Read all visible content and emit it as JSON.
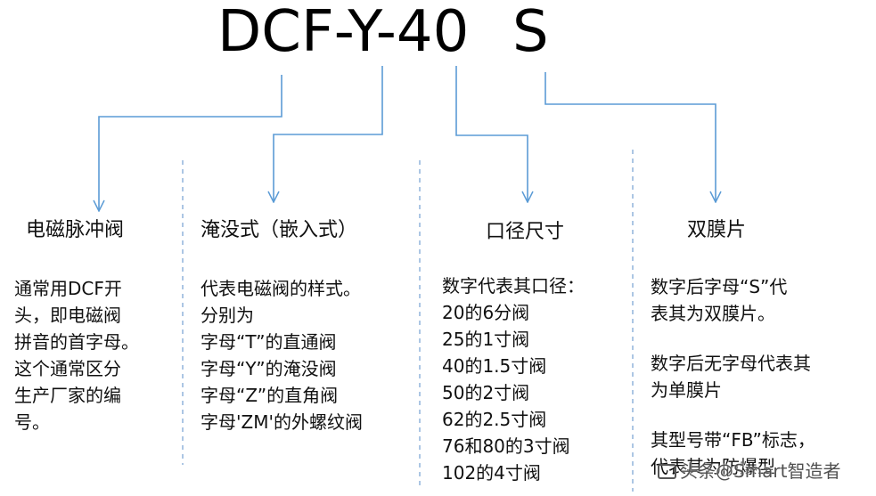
{
  "model": {
    "valve_type_part": "DCF-Y-40",
    "diaphragm_part": "S"
  },
  "columns": [
    {
      "heading": "电磁脉冲阀",
      "lines": [
        "通常用DCF开",
        "头，即电磁阀",
        "拼音的首字母。",
        "这个通常区分",
        "生产厂家的编",
        "号。"
      ]
    },
    {
      "heading": "淹没式（嵌入式）",
      "lines": [
        "代表电磁阀的样式。",
        "分别为",
        "字母“T”的直通阀",
        "字母“Y”的淹没阀",
        "字母“Z”的直角阀",
        "字母'ZM'的外螺纹阀"
      ]
    },
    {
      "heading": "口径尺寸",
      "lines": [
        "数字代表其口径：",
        "20的6分阀",
        "25的1寸阀",
        "40的1.5寸阀",
        "50的2寸阀",
        "62的2.5寸阀",
        "76和80的3寸阀",
        "102的4寸阀"
      ]
    },
    {
      "heading": "双膜片",
      "paragraphs": [
        [
          "数字后字母“S”代",
          "表其为双膜片。"
        ],
        [
          "数字后无字母代表其",
          "为单膜片"
        ],
        [
          "其型号带“FB”标志，",
          "代表其为防爆型"
        ]
      ]
    }
  ],
  "watermark": {
    "text": "头条@Smart智造者",
    "icon": "camera-icon"
  },
  "colors": {
    "connector": "#5b9bd5",
    "divider": "#7fa8d6",
    "text": "#111111"
  }
}
